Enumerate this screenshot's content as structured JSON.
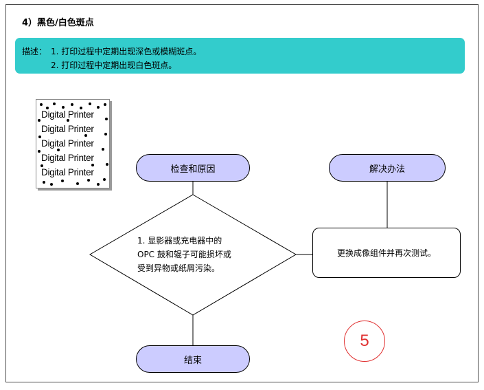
{
  "section": {
    "title": "4）黑色/白色斑点"
  },
  "description": {
    "label": "描述：",
    "items": [
      "1.  打印过程中定期出现深色或模糊斑点。",
      "2.  打印过程中定期出现白色斑点。"
    ]
  },
  "sample": {
    "lines": [
      "Digital Printer",
      "Digital Printer",
      "Digital Printer",
      "Digital Printer",
      "Digital Printer"
    ]
  },
  "flow": {
    "check_label": "检查和原因",
    "solve_label": "解决办法",
    "end_label": "结束",
    "cause_lines": [
      "1. 显影器或充电器中的",
      "OPC 鼓和辊子可能损坏或",
      "受到异物或纸屑污染。"
    ],
    "solution": "更换成像组件并再次测试。"
  },
  "page_number": "5",
  "colors": {
    "description_bg": "#33cccc",
    "pill_bg": "#ccccff",
    "page_number": "#e03030"
  }
}
